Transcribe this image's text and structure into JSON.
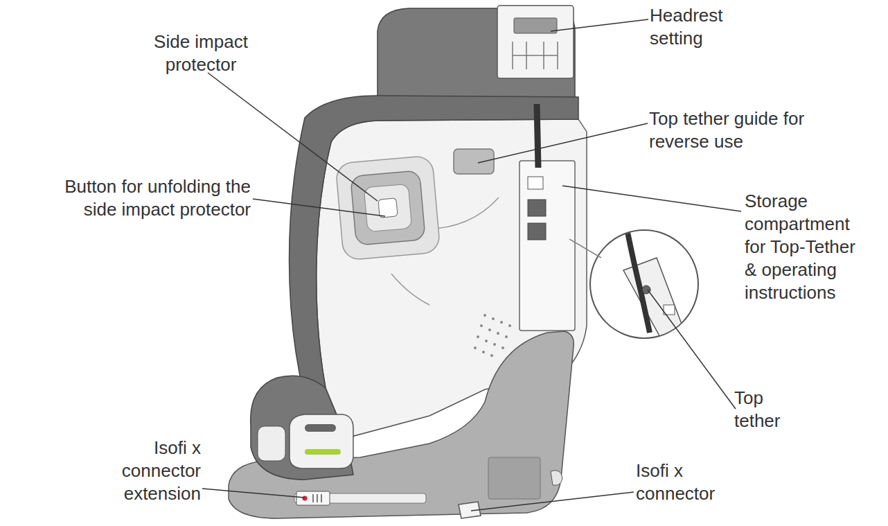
{
  "diagram": {
    "labels": [
      "Side impact protector",
      "Headrest setting",
      "Top tether guide for reverse use",
      "Button for unfolding the side impact protector",
      "Storage compartment for Top-Tether & operating instructions",
      "Top tether",
      "Isofi x connector extension",
      "Isofi x connector"
    ]
  }
}
